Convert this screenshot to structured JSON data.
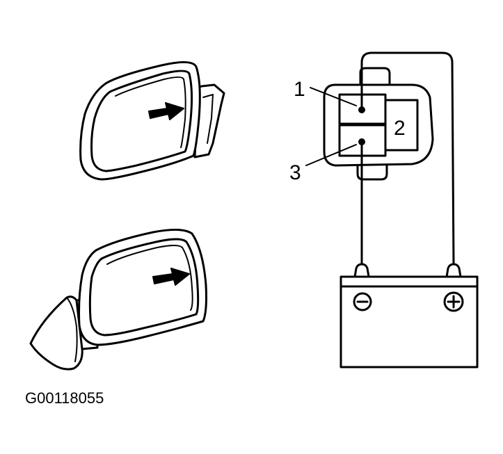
{
  "figure_id": "G00118055",
  "connector": {
    "terminals": [
      {
        "label": "1"
      },
      {
        "label": "2"
      },
      {
        "label": "3"
      }
    ]
  },
  "battery": {
    "negative_symbol": "minus-icon",
    "positive_symbol": "plus-icon"
  },
  "mirrors": [
    {
      "name": "mirror-tilted-left",
      "arrow": "arrow-right-icon"
    },
    {
      "name": "mirror-tilted-right",
      "arrow": "arrow-right-icon"
    }
  ]
}
